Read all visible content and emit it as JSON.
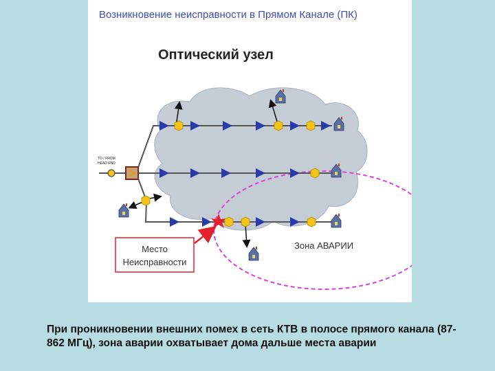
{
  "header": {
    "title": "Возникновение неисправности в Прямом Канале (ПК)"
  },
  "diagram": {
    "node_title": "Оптический узел",
    "headend_label_line1": "TO / FROM",
    "headend_label_line2": "HEAD END",
    "fault_label_line1": "Место",
    "fault_label_line2": "Неисправности",
    "zone_label": "Зона АВАРИИ"
  },
  "colors": {
    "title": "#3d4fb5",
    "cloud": "#c4ccd6",
    "amplifier": "#2a3aa8",
    "tap": "#f2c318",
    "fault": "#e4202c",
    "zone": "#d644d6",
    "house": "#5a6fa6"
  },
  "icons": [
    "house-icon",
    "amplifier-icon",
    "tap-icon",
    "fault-star-icon",
    "optical-node-icon"
  ],
  "caption": "При проникновении внешних помех в сеть КТВ в полосе прямого канала (87-862 МГц), зона аварии охватывает дома дальше места аварии"
}
